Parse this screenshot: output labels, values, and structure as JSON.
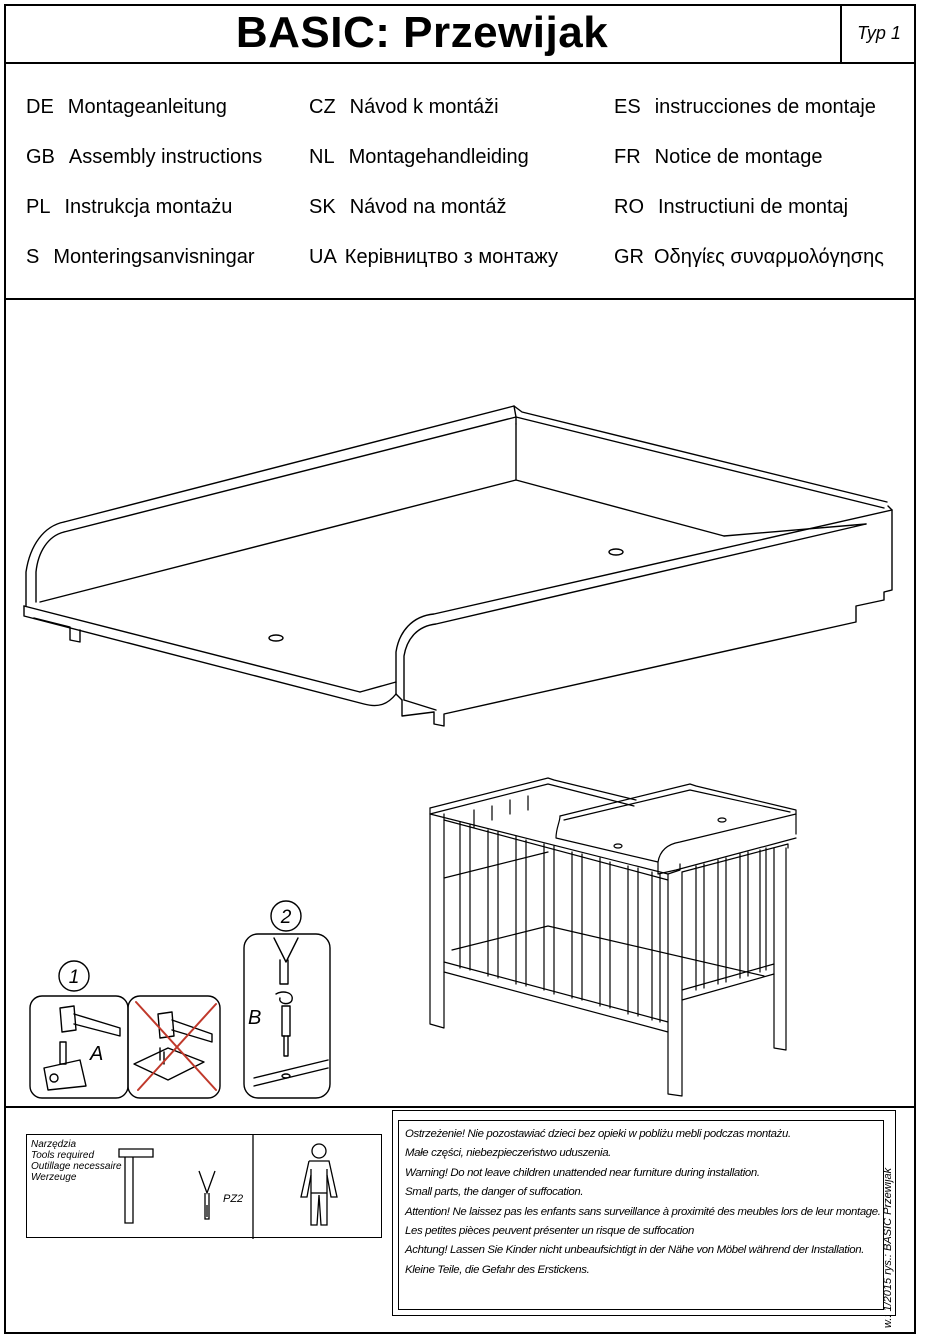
{
  "header": {
    "title": "BASIC: Przewijak",
    "type_label": "Typ 1"
  },
  "languages": [
    {
      "code": "DE",
      "label": "Montageanleitung"
    },
    {
      "code": "CZ",
      "label": "Návod k montáži"
    },
    {
      "code": "ES",
      "label": "instrucciones de montaje"
    },
    {
      "code": "GB",
      "label": "Assembly instructions"
    },
    {
      "code": "NL",
      "label": "Montagehandleiding"
    },
    {
      "code": "FR",
      "label": "Notice de montage"
    },
    {
      "code": "PL",
      "label": "Instrukcja montażu"
    },
    {
      "code": "SK",
      "label": "Návod na montáž"
    },
    {
      "code": "RO",
      "label": "Instructiuni de montaj"
    },
    {
      "code": "S",
      "label": "Monteringsanvisningar"
    },
    {
      "code": "UA",
      "label": "Керівництво з монтажу"
    },
    {
      "code": "GR",
      "label": "Οδηγίες συναρμολόγησης"
    }
  ],
  "steps": {
    "step1_number": "1",
    "step1_label": "A",
    "step2_number": "2",
    "step2_label": "B"
  },
  "tools": {
    "lines": [
      "Narzędzia",
      "Tools  required",
      "Outillage  necessaire",
      "Werzeuge"
    ],
    "screwdriver_label": "PZ2"
  },
  "warnings": [
    "Ostrzeżenie! Nie pozostawiać dzieci bez opieki w pobliżu mebli podczas montażu.",
    "Małe części, niebezpieczeństwo uduszenia.",
    "Warning! Do not leave children unattended near furniture during installation.",
    "Small parts, the danger of suffocation.",
    "Attention! Ne laissez pas les enfants sans surveillance à proximité des meubles lors de leur montage.",
    "Les petites pièces peuvent présenter un risque de suffocation",
    "Achtung! Lassen Sie Kinder nicht unbeaufsichtigt in der Nähe von Möbel während der Installation.",
    "Kleine Teile, die Gefahr des Erstickens."
  ],
  "side_note": "w.: 1/2015   rys.: BASIC  Przewijak"
}
